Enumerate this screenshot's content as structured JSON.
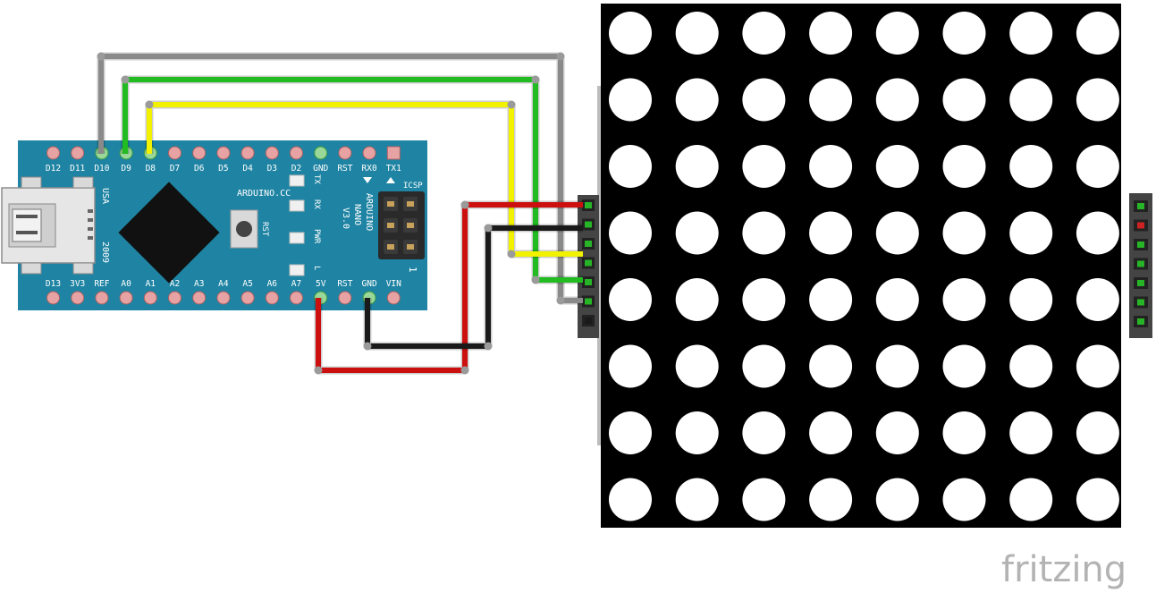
{
  "board": {
    "top_pins": [
      "D12",
      "D11",
      "D10",
      "D9",
      "D8",
      "D7",
      "D6",
      "D5",
      "D4",
      "D3",
      "D2",
      "GND",
      "RST",
      "RX0",
      "TX1"
    ],
    "bottom_pins": [
      "D13",
      "3V3",
      "REF",
      "A0",
      "A1",
      "A2",
      "A3",
      "A4",
      "A5",
      "A6",
      "A7",
      "5V",
      "RST",
      "GND",
      "VIN"
    ],
    "brand": "ARDUINO.CC",
    "model_lines": [
      "ARDUINO",
      "NANO",
      "V3.0"
    ],
    "usb_label": "USA",
    "year_label": "2009",
    "reset_label": "RST",
    "icsp_label": "ICSP",
    "led_labels": [
      "TX",
      "RX",
      "PWR",
      "L"
    ],
    "pin_one_label": "1",
    "color": "#1f84a3"
  },
  "matrix": {
    "rows": 8,
    "cols": 8
  },
  "wire_colors": {
    "red": "#cc1010",
    "black": "#1a1a1a",
    "yellow": "#f2f200",
    "green": "#22bb22",
    "gray": "#8a8a8a"
  },
  "footer": {
    "brand": "fritzing"
  }
}
